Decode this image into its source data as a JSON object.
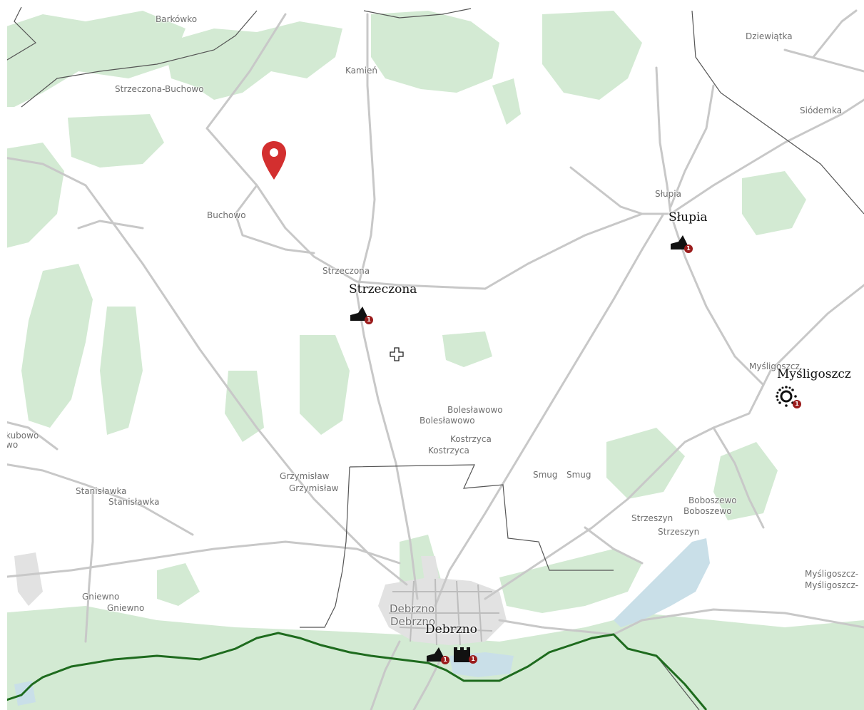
{
  "map": {
    "colors": {
      "forest": "#cfe8cf",
      "forest_dark": "#bfe0bf",
      "water": "#c9dfe8",
      "road": "#cfcfcf",
      "road_casing": "#b8b8b8",
      "boundary": "#4a4a4a",
      "river_path": "#1e6b1e",
      "pin": "#d32f2f",
      "badge": "#9b1c1c"
    },
    "place_labels": [
      "Barkówko",
      "Kamień",
      "Dziewiątka",
      "Strzeczona-Buchowo",
      "Siódemka",
      "Buchowo",
      "Słupia",
      "Strzeczona",
      "Myśligoszcz",
      "Bolesławowo",
      "Bolesławowo",
      "Kostrzyca",
      "Kostrzyca",
      "kubowo",
      "wo",
      "Grzymisław",
      "Grzymisław",
      "Smug",
      "Smug",
      "Stanisławka",
      "Stanisławka",
      "Boboszewo",
      "Boboszewo",
      "Strzeszyn",
      "Strzeszyn",
      "Myśligoszcz-",
      "Myśligoszcz-",
      "Gniewno",
      "Gniewno",
      "Debrzno",
      "Debrzno"
    ],
    "poi_labels": {
      "slupia": "Słupia",
      "strzeczona": "Strzeczona",
      "mysligoszcz": "Myśligoszcz",
      "debrzno": "Debrzno"
    },
    "badges": {
      "slupia_church": "1",
      "strzeczona_church": "1",
      "mysligoszcz_sun": "1",
      "debrzno_church": "1",
      "debrzno_castle": "1"
    },
    "icons": {
      "location_pin": "map-marker-icon",
      "cursor": "move-cursor-icon",
      "church": "church-icon",
      "castle": "castle-icon",
      "sun": "sun-icon"
    }
  }
}
